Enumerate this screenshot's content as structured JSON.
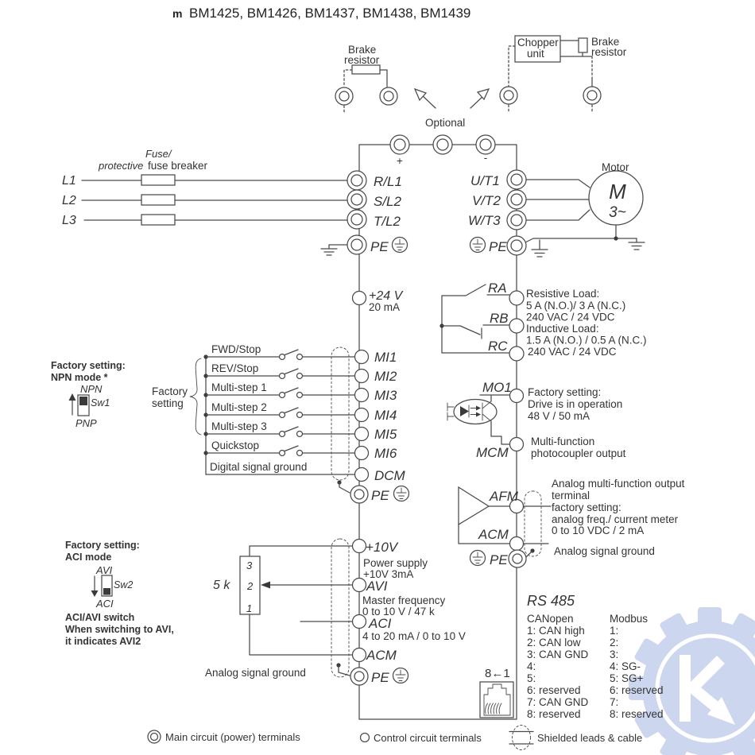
{
  "title": {
    "bullet": "m",
    "text": "BM1425, BM1426, BM1437, BM1438, BM1439"
  },
  "optional": {
    "label": "Optional",
    "brake_resistor": {
      "l1": "Brake",
      "l2": "resistor"
    },
    "chopper": {
      "l1": "Chopper",
      "l2": "unit"
    },
    "chopper_resistor": {
      "l1": "Brake",
      "l2": "resistor"
    },
    "plus": "+",
    "minus": "-"
  },
  "mains": {
    "fuse1": "Fuse/",
    "fuse2a": "protective",
    "fuse2b": " fuse breaker",
    "l1": "L1",
    "l2": "L2",
    "l3": "L3",
    "r": "R/L1",
    "s": "S/L2",
    "t": "T/L2",
    "pe": "PE"
  },
  "motor": {
    "label": "Motor",
    "m": "M",
    "ph": "3~",
    "u": "U/T1",
    "v": "V/T2",
    "w": "W/T3",
    "pe": "PE"
  },
  "p24": {
    "v": "+24 V",
    "i": "20 mA"
  },
  "relay": {
    "ra": "RA",
    "rb": "RB",
    "rc": "RC",
    "l1": "Resistive Load:",
    "l2": "5 A (N.O.)/ 3  A (N.C.)",
    "l3": "240 VAC / 24 VDC",
    "l4": "Inductive Load:",
    "l5": "1.5 A (N.O.) / 0.5 A  (N.C.)",
    "l6": "240  VAC / 24 VDC"
  },
  "din": {
    "fs1": "Factory setting:",
    "fs2": "NPN mode *",
    "npn": "NPN",
    "pnp": "PNP",
    "sw1": "Sw1",
    "brace1": "Factory",
    "brace2": "setting",
    "rows": [
      {
        "label": "FWD/Stop",
        "t": "MI1"
      },
      {
        "label": "REV/Stop",
        "t": "MI2"
      },
      {
        "label": "Multi-step 1",
        "t": "MI3"
      },
      {
        "label": "Multi-step 2",
        "t": "MI4"
      },
      {
        "label": "Multi-step 3",
        "t": "MI5"
      },
      {
        "label": "Quickstop",
        "t": "MI6"
      },
      {
        "label": "Digital signal ground",
        "t": "DCM"
      }
    ],
    "pe": "PE"
  },
  "mo": {
    "mo1": "MO1",
    "mcm": "MCM",
    "l1": "Factory setting:",
    "l2": "Drive is in operation",
    "l3": "48 V / 50 mA",
    "l4": "Multi-function",
    "l5": "photocoupler output"
  },
  "afm": {
    "afm": "AFM",
    "acm": "ACM",
    "pe": "PE",
    "l1": "Analog multi-function output",
    "l2": "terminal",
    "l3": "factory setting:",
    "l4": "analog freq./ current meter",
    "l5": "0 to 10 VDC / 2 mA",
    "l6": "Analog signal ground"
  },
  "ain": {
    "fs1": "Factory setting:",
    "fs2": "ACI mode",
    "avi": "AVI",
    "aci": "ACI",
    "sw2": "Sw2",
    "note1": "ACI/AVI switch",
    "note2": "When switching to AVI,",
    "note3": "it indicates AVI2",
    "pot": "5 k",
    "p3": "3",
    "p2": "2",
    "p1": "1",
    "p10": "+10V",
    "p10a": "Power  supply",
    "p10b": "+10V 3mA",
    "tavi": "AVI",
    "avia": "Master frequency",
    "avib": "0 to 10 V  / 47 k",
    "taci": "ACI",
    "acia": "4 to 20 mA / 0 to 10 V",
    "tacm": "ACM",
    "gnd": "Analog signal ground",
    "pe": "PE"
  },
  "rs485": {
    "title": "RS 485",
    "port": "8←1",
    "can_h": "CANopen",
    "can": [
      "1: CAN high",
      "2: CAN low",
      "3: CAN GND",
      "4:",
      "5:",
      "6: reserved",
      "7: CAN GND",
      "8: reserved"
    ],
    "mod_h": "Modbus",
    "mod": [
      "1:",
      "2:",
      "3:",
      "4: SG-",
      "5: SG+",
      "6: reserved",
      "7:",
      "8: reserved"
    ]
  },
  "legend": {
    "main": "Main circuit (power) terminals",
    "control": "Control circuit terminals",
    "shield": "Shielded leads  & cable"
  },
  "colors": {
    "line": "#4a4a4a",
    "text": "#333333",
    "watermark": "#ccd7ef",
    "watermark_glyph": "#ffffff"
  }
}
